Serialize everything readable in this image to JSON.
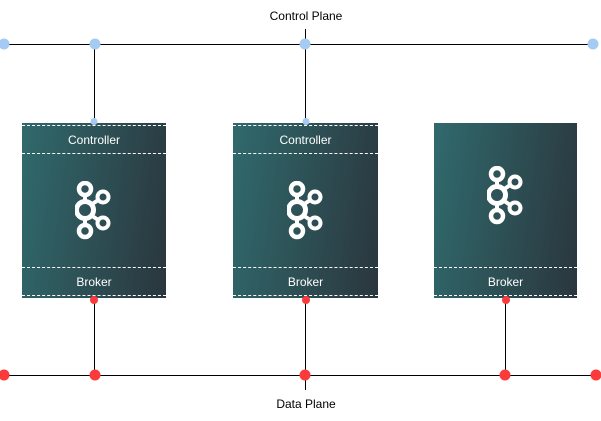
{
  "diagram": {
    "control_plane_label": "Control Plane",
    "data_plane_label": "Data Plane"
  },
  "nodes": [
    {
      "controller_label": "Controller",
      "broker_label": "Broker",
      "has_controller": true
    },
    {
      "controller_label": "Controller",
      "broker_label": "Broker",
      "has_controller": true
    },
    {
      "broker_label": "Broker",
      "has_controller": false
    }
  ],
  "icons": {
    "node_logo": "kafka-logo",
    "control_endpoint": "blue-dot",
    "data_endpoint": "red-dot"
  },
  "colors": {
    "control_dot": "#a5cbf2",
    "data_dot": "#fb3b3b",
    "node_gradient_left": "#306a6d",
    "node_gradient_right": "#2a363d",
    "connector_line": "#000000",
    "node_border": "#ffffff",
    "dashed_divider": "#ffffff",
    "label_bg": "#ffffff",
    "label_text": "#000000",
    "node_text": "#ffffff"
  }
}
